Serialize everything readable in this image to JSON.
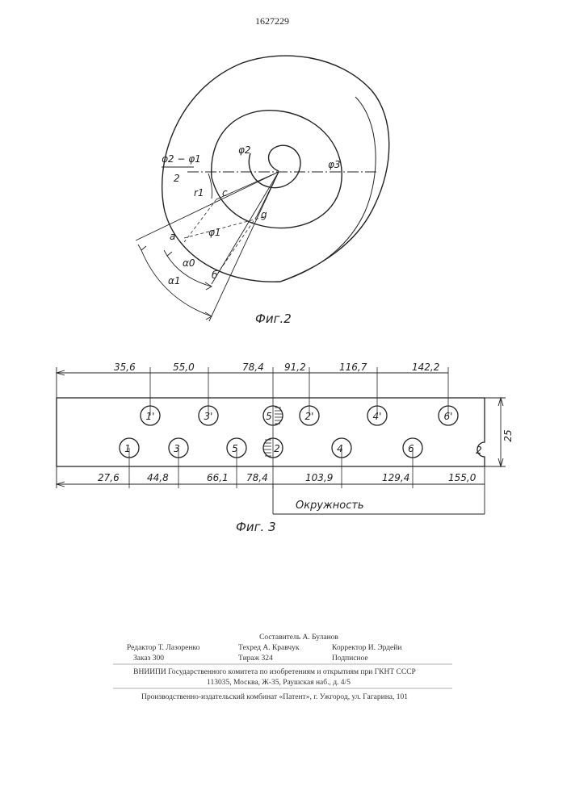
{
  "header": {
    "patent_number": "1627229"
  },
  "fig2": {
    "caption": "Фиг.2",
    "labels": {
      "phi_half_num": "φ2 − φ1",
      "phi_half_den": "2",
      "phi2": "φ2",
      "phi3": "φ3",
      "phi1": "φ1",
      "r1": "r1",
      "c": "c",
      "g": "g",
      "a": "a",
      "b": "б",
      "alpha0": "α0",
      "alpha1": "α1"
    }
  },
  "fig3": {
    "caption": "Фиг. 3",
    "height_label": "25",
    "circle_label": "Окружность",
    "top_dims": [
      "35,6",
      "55,0",
      "78,4",
      "91,2",
      "116,7",
      "142,2"
    ],
    "bottom_dims": [
      "27,6",
      "44,8",
      "66,1",
      "78,4",
      "103,9",
      "129,4",
      "155,0"
    ],
    "top_holes": [
      "1'",
      "3'",
      "5",
      "2'",
      "4'",
      "6'"
    ],
    "bottom_holes": [
      "1",
      "3",
      "5",
      "2",
      "4",
      "6"
    ],
    "edge_notch": "2"
  },
  "colophon": {
    "compiler": "Составитель А. Буланов",
    "editor": "Редактор Т. Лазоренко",
    "tech_editor": "Техред А. Кравчук",
    "corrector": "Корректор И. Эрдейи",
    "order": "Заказ 300",
    "run": "Тираж 324",
    "subscription": "Подписное",
    "institute": "ВНИИПИ Государственного комитета по изобретениям и открытиям при ГКНТ СССР",
    "address": "113035, Москва, Ж-35, Раушская наб., д. 4/5",
    "plant": "Производственно-издательский комбинат «Патент», г. Ужгород, ул. Гагарина, 101"
  }
}
